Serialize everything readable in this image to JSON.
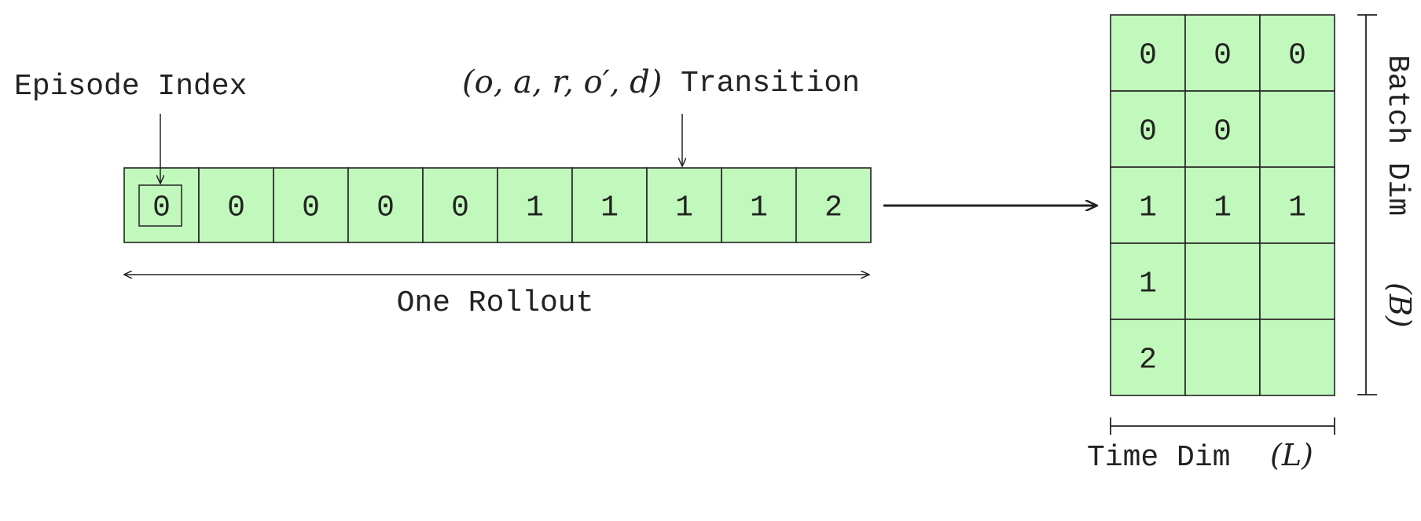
{
  "colors": {
    "cell_fill": "#c1f8bb",
    "stroke": "#222222",
    "background": "#ffffff"
  },
  "labels": {
    "episode_index": "Episode Index",
    "transition_tuple": "(o, a, r, o′, d)",
    "transition": "Transition",
    "one_rollout": "One Rollout",
    "batch_dim": "Batch Dim",
    "batch_symbol": "(B)",
    "time_dim": "Time Dim",
    "time_symbol": "(L)"
  },
  "rollout": [
    "0",
    "0",
    "0",
    "0",
    "0",
    "1",
    "1",
    "1",
    "1",
    "2"
  ],
  "batch": [
    [
      "0",
      "0",
      "0"
    ],
    [
      "0",
      "0",
      ""
    ],
    [
      "1",
      "1",
      "1"
    ],
    [
      "1",
      "",
      ""
    ],
    [
      "2",
      "",
      ""
    ]
  ]
}
